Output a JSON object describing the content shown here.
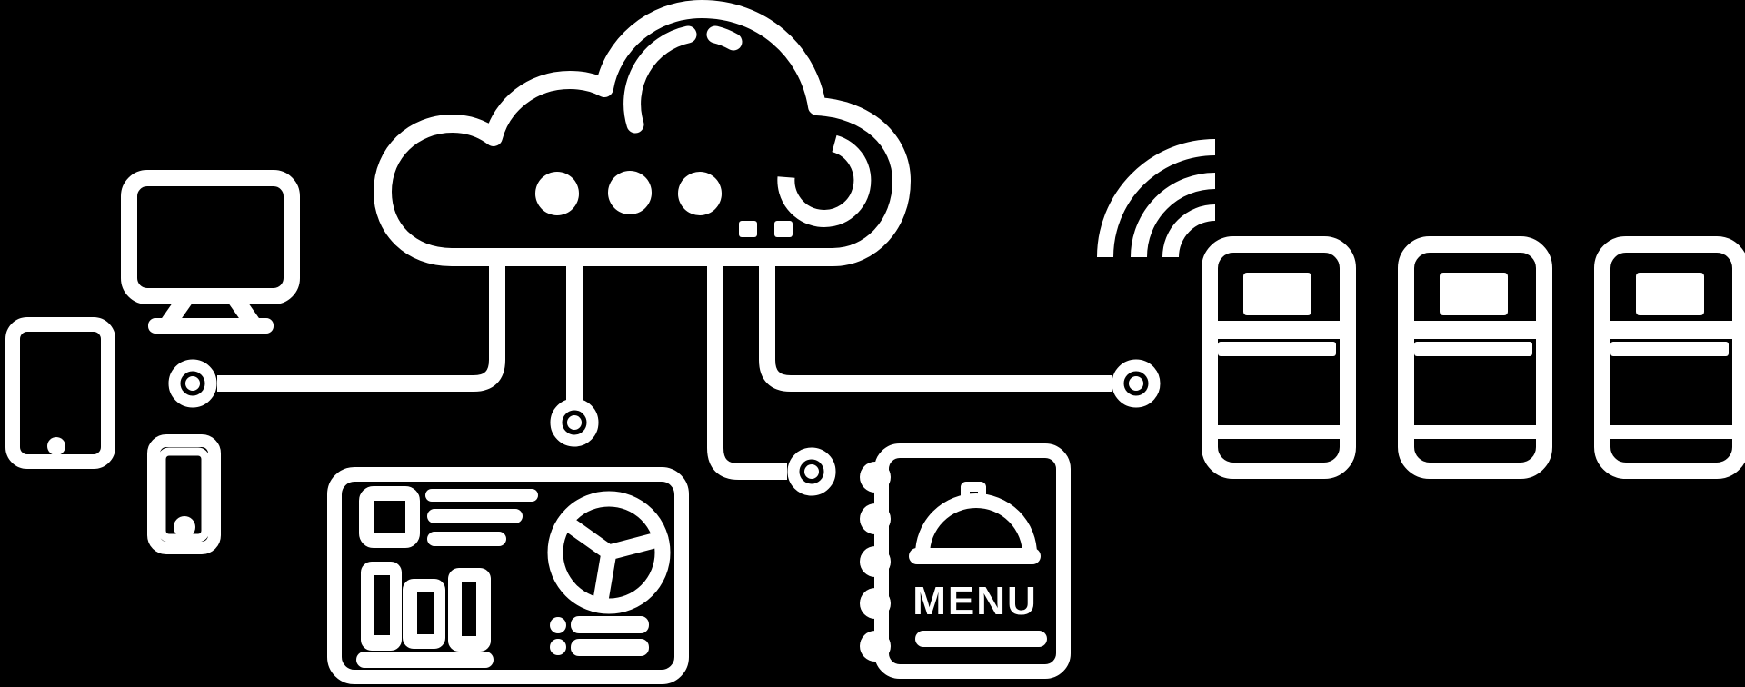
{
  "colors": {
    "background": "#000000",
    "line": "#ffffff"
  },
  "diagram": {
    "kind": "cloud-restaurant-network-illustration",
    "menu_book": {
      "label": "MENU"
    },
    "components": [
      {
        "name": "cloud-icon"
      },
      {
        "name": "desktop-monitor-icon"
      },
      {
        "name": "tablet-icon"
      },
      {
        "name": "smartphone-icon"
      },
      {
        "name": "analytics-dashboard-icon"
      },
      {
        "name": "pie-chart-icon"
      },
      {
        "name": "bar-chart-icon"
      },
      {
        "name": "menu-book-icon"
      },
      {
        "name": "cloche-icon"
      },
      {
        "name": "wifi-signal-icon"
      },
      {
        "name": "kitchen-printer-icon"
      },
      {
        "name": "kitchen-printer-icon"
      },
      {
        "name": "kitchen-printer-icon"
      },
      {
        "name": "connector-node"
      },
      {
        "name": "connector-node"
      },
      {
        "name": "connector-node"
      },
      {
        "name": "connector-node"
      }
    ]
  }
}
